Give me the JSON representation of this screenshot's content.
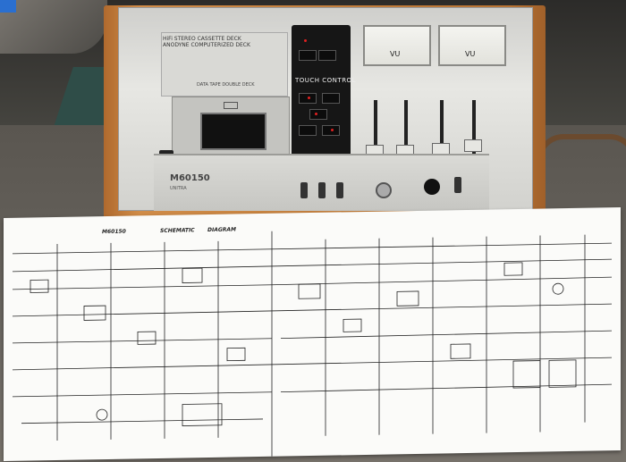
{
  "deck": {
    "brand_line1": "HiFi STEREO CASSETTE DECK",
    "brand_line2": "ANODYNE COMPUTERIZED DECK",
    "cassette_label": "DATA TAPE DOUBLE DECK",
    "panel_title": "TOUCH CONTROL",
    "vu_left": "VU",
    "vu_right": "VU",
    "model": "M60150",
    "model_sub": "UNITRA"
  },
  "schematic": {
    "title_model": "M60150",
    "title_schematic": "SCHEMATIC",
    "title_diagram": "DIAGRAM"
  },
  "colors": {
    "wood": "#b97433",
    "panel": "#161616",
    "led": "#e02020",
    "paper": "#fbfbf9"
  }
}
